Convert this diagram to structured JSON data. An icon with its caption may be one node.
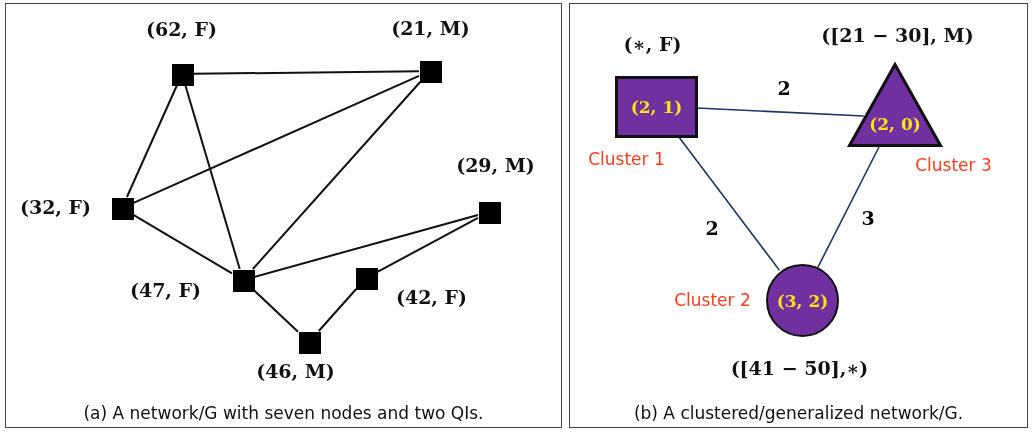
{
  "diagram": {
    "nodes": [
      {
        "text": [
          "(a) A network/G with seven nodes and two QIs."
        ]
      },
      {
        "text": [],
        "shape": "box",
        "in": 0,
        "beside": [
          "(62, F)"
        ]
      },
      {
        "text": [],
        "shape": "box",
        "in": 0,
        "beside": [
          "(21, M)"
        ]
      },
      {
        "text": [],
        "shape": "box",
        "in": 0,
        "beside": [
          "(32, F)"
        ]
      },
      {
        "text": [],
        "shape": "box",
        "in": 0,
        "beside": [
          "(29, M)"
        ]
      },
      {
        "text": [],
        "shape": "box",
        "in": 0,
        "beside": [
          "(47, F)"
        ]
      },
      {
        "text": [],
        "shape": "box",
        "in": 0,
        "beside": [
          "(42, F)"
        ]
      },
      {
        "text": [],
        "shape": "box",
        "in": 0,
        "beside": [
          "(46, M)"
        ]
      },
      {
        "text": [
          "(b) A clustered/generalized network/G."
        ]
      },
      {
        "text": [
          "(2, 1)"
        ],
        "in": 8,
        "beside": [
          "(∗, F)",
          "Cluster 1"
        ]
      },
      {
        "text": [
          "(2, 0)"
        ],
        "in": 8,
        "beside": [
          "([21 − 30], M)",
          "Cluster 3"
        ]
      },
      {
        "text": [
          "(3, 2)"
        ],
        "in": 8,
        "beside": [
          "Cluster 2",
          "([41 − 50],∗)"
        ]
      }
    ],
    "edges": [
      {
        "from": 1,
        "to": 2,
        "arrow": "none"
      },
      {
        "from": 1,
        "to": 3,
        "arrow": "none"
      },
      {
        "from": 1,
        "to": 5,
        "arrow": "none"
      },
      {
        "from": 2,
        "to": 3,
        "arrow": "none"
      },
      {
        "from": 2,
        "to": 5,
        "arrow": "none"
      },
      {
        "from": 3,
        "to": 5,
        "arrow": "none"
      },
      {
        "from": 5,
        "to": 4,
        "arrow": "none"
      },
      {
        "from": 4,
        "to": 6,
        "arrow": "none"
      },
      {
        "from": 6,
        "to": 7,
        "arrow": "none"
      },
      {
        "from": 7,
        "to": 5,
        "arrow": "none"
      },
      {
        "from": 9,
        "to": 10,
        "arrow": "none",
        "label": "2",
        "color": "#1f3566"
      },
      {
        "from": 9,
        "to": 11,
        "arrow": "none",
        "label": "2",
        "color": "#1f3566"
      },
      {
        "from": 10,
        "to": 11,
        "arrow": "none",
        "label": "3",
        "color": "#1f3566"
      }
    ]
  }
}
